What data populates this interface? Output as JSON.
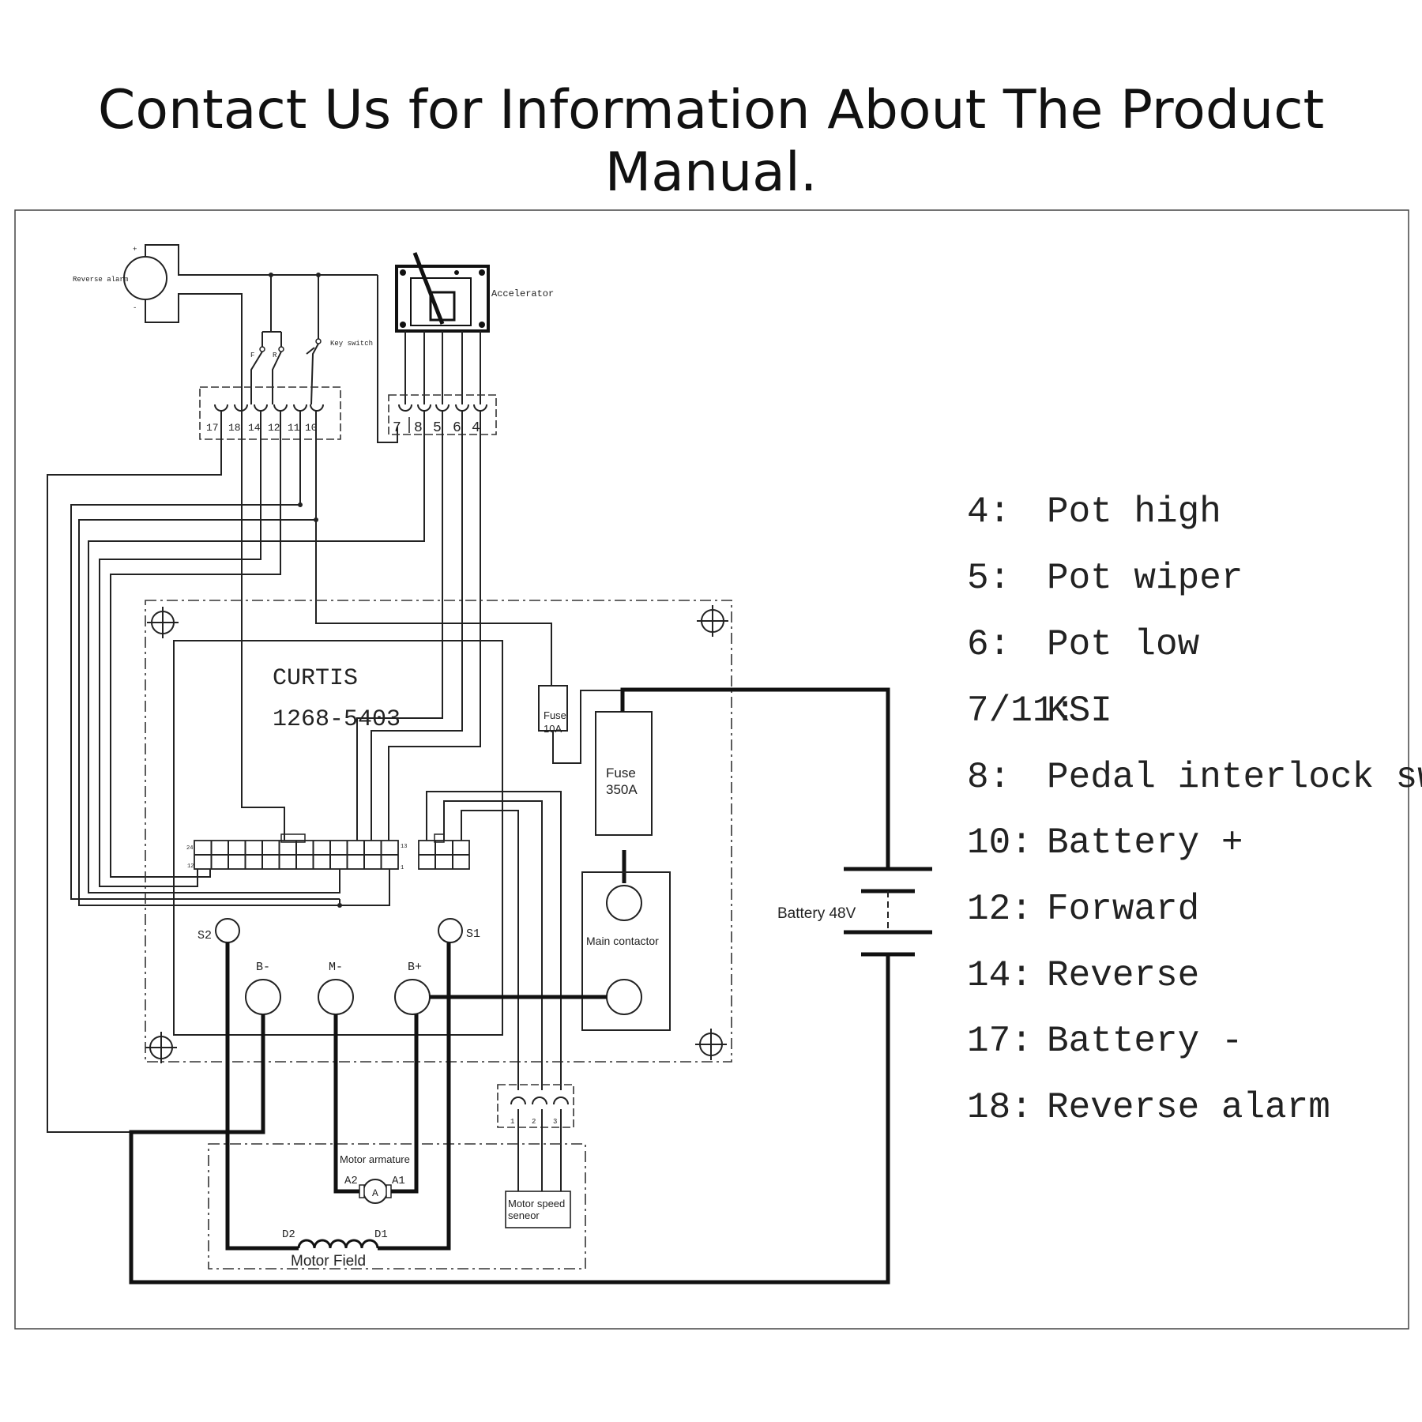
{
  "page": {
    "title": "Contact Us for Information About The Product Manual."
  },
  "diagram": {
    "controller_brand": "CURTIS",
    "controller_model": "1268-5403",
    "reverse_alarm": "Reverse alarm",
    "plus_sign": "+",
    "minus_sign": "-",
    "accelerator": "Accelerator",
    "key_switch": "Key switch",
    "forward_short": "F",
    "reverse_short": "R",
    "left_connector_pins": [
      "17",
      "18",
      "14",
      "12",
      "11",
      "10"
    ],
    "right_connector_pins": [
      "7",
      "8",
      "5",
      "6",
      "4"
    ],
    "fuse_small": [
      "Fuse",
      "10A"
    ],
    "fuse_large": [
      "Fuse",
      "350A"
    ],
    "main_contactor": "Main contactor",
    "battery": "Battery 48V",
    "terminals": {
      "s2": "S2",
      "s1": "S1",
      "b_minus": "B-",
      "m_minus": "M-",
      "b_plus": "B+"
    },
    "molex_pins": {
      "top_left": "24",
      "top_right": "13",
      "bottom_left": "12",
      "bottom_right": "1"
    },
    "sensor_pins": [
      "1",
      "2",
      "3"
    ],
    "motor_armature": "Motor armature",
    "armature_a2": "A2",
    "armature_a1": "A1",
    "armature_symbol": "A",
    "motor_speed_sensor": [
      "Motor speed",
      "seneor"
    ],
    "field_d2": "D2",
    "field_d1": "D1",
    "motor_field": "Motor Field"
  },
  "legend": [
    {
      "key": "4:",
      "value": "Pot high"
    },
    {
      "key": "5:",
      "value": "Pot wiper"
    },
    {
      "key": "6:",
      "value": "Pot low"
    },
    {
      "key": "7/11:",
      "value": "KSI"
    },
    {
      "key": "8:",
      "value": "Pedal interlock switch"
    },
    {
      "key": "10:",
      "value": "Battery +"
    },
    {
      "key": "12:",
      "value": "Forward"
    },
    {
      "key": "14:",
      "value": "Reverse"
    },
    {
      "key": "17:",
      "value": "Battery -"
    },
    {
      "key": "18:",
      "value": "Reverse alarm"
    }
  ]
}
